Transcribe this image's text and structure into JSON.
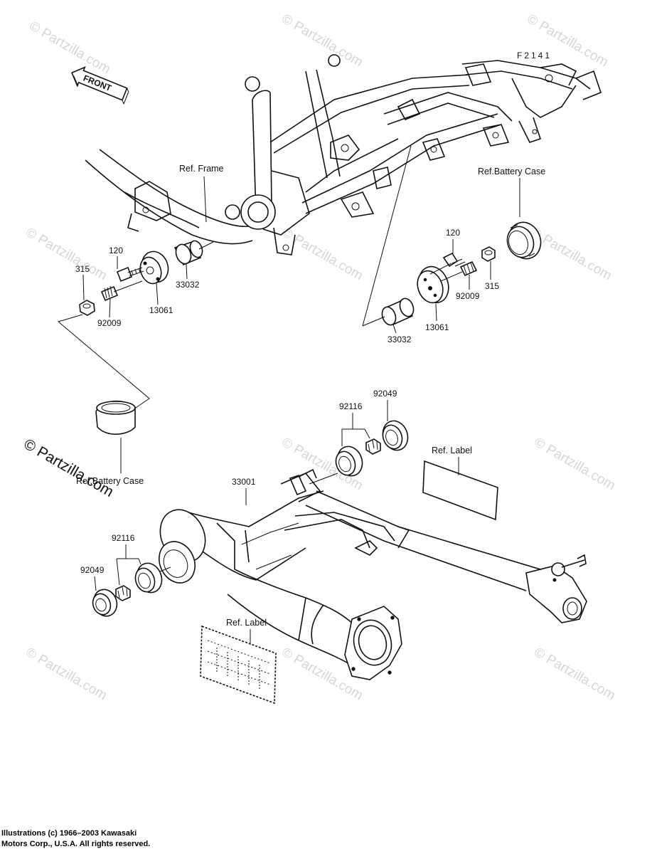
{
  "figure_code": "F2141",
  "front_arrow_label": "FRONT",
  "watermark_text": "© Partzilla.com",
  "callouts": {
    "ref_frame": "Ref. Frame",
    "ref_battery_case_top": "Ref.Battery Case",
    "ref_battery_case_left": "Ref.Battery Case",
    "ref_label_right": "Ref. Label",
    "ref_label_bottom": "Ref. Label",
    "left_bolt": "120",
    "left_nut": "315",
    "left_damper": "33032",
    "left_bracket": "13061",
    "left_stud": "92009",
    "right_bolt": "120",
    "right_nut": "315",
    "right_stud": "92009",
    "right_damper": "33032",
    "right_bracket": "13061",
    "swingarm": "33001",
    "upper_bearing": "92116",
    "upper_seal": "92049",
    "lower_bearing": "92116",
    "lower_seal": "92049"
  },
  "copyright_line1": "Illustrations (c) 1966–2003 Kawasaki",
  "copyright_line2": "Motors Corp., U.S.A.  All rights reserved."
}
